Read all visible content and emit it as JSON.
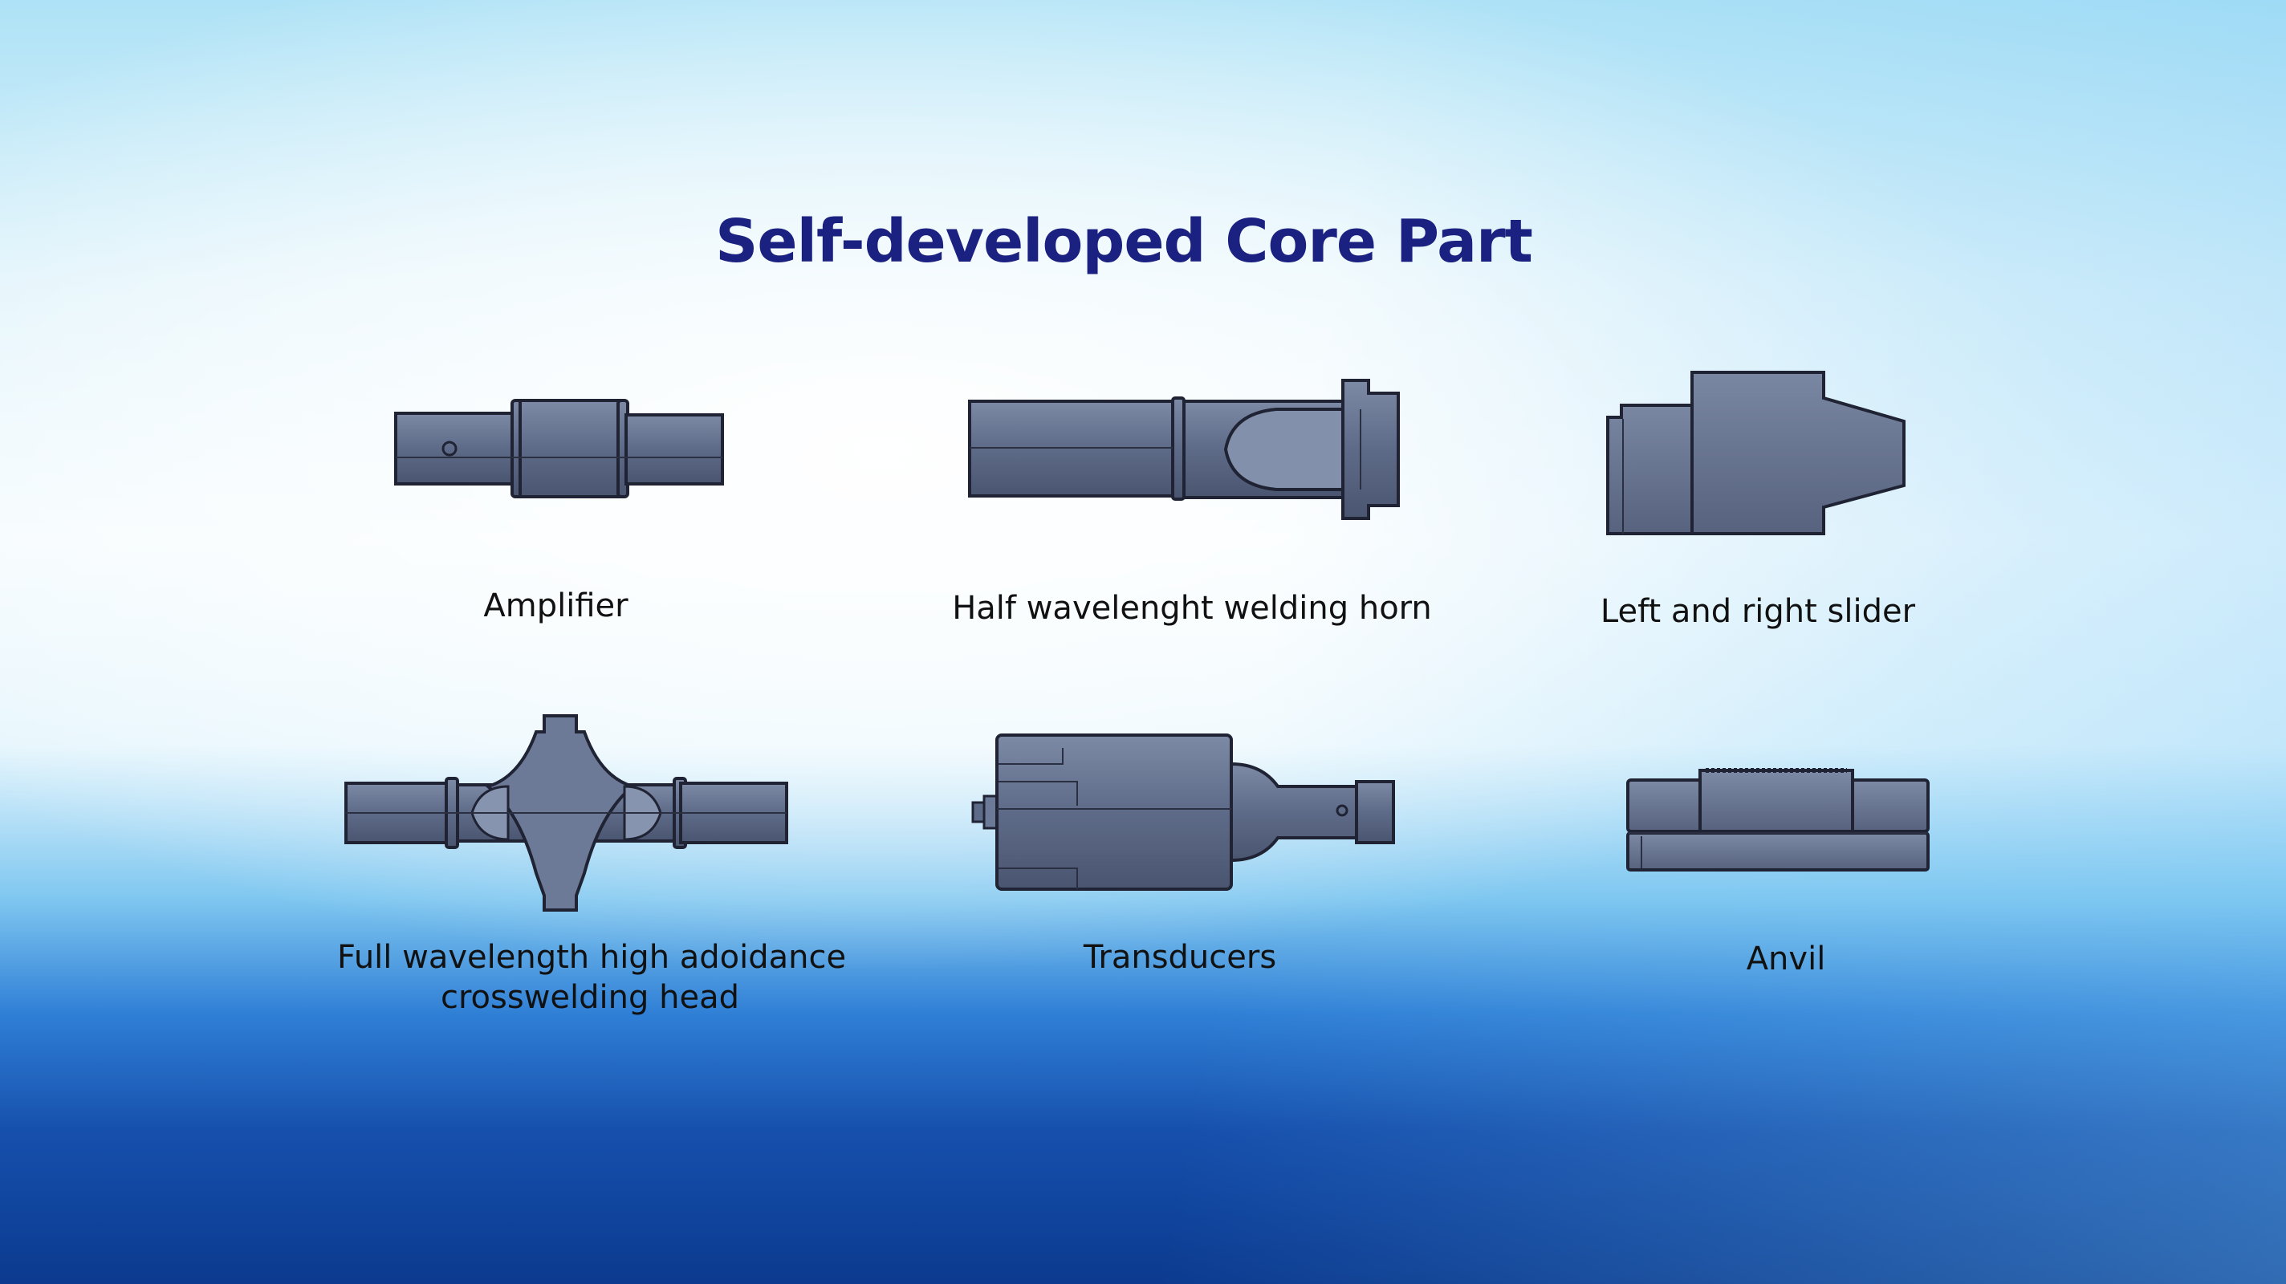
{
  "title": "Self-developed Core Part",
  "parts": [
    {
      "label": "Amplifier",
      "icon": "amplifier-icon"
    },
    {
      "label": "Half wavelenght welding horn",
      "icon": "welding-horn-icon"
    },
    {
      "label": "Left and right slider",
      "icon": "slider-icon"
    },
    {
      "label_lines": [
        "Full wavelength high adoidance",
        "crosswelding head"
      ],
      "icon": "crosswelding-head-icon"
    },
    {
      "label": "Transducers",
      "icon": "transducer-icon"
    },
    {
      "label": "Anvil",
      "icon": "anvil-icon"
    }
  ],
  "colors": {
    "title": "#1b2180",
    "part_fill": "#5f6d89",
    "part_stroke": "#1f2333",
    "label": "#111111"
  }
}
